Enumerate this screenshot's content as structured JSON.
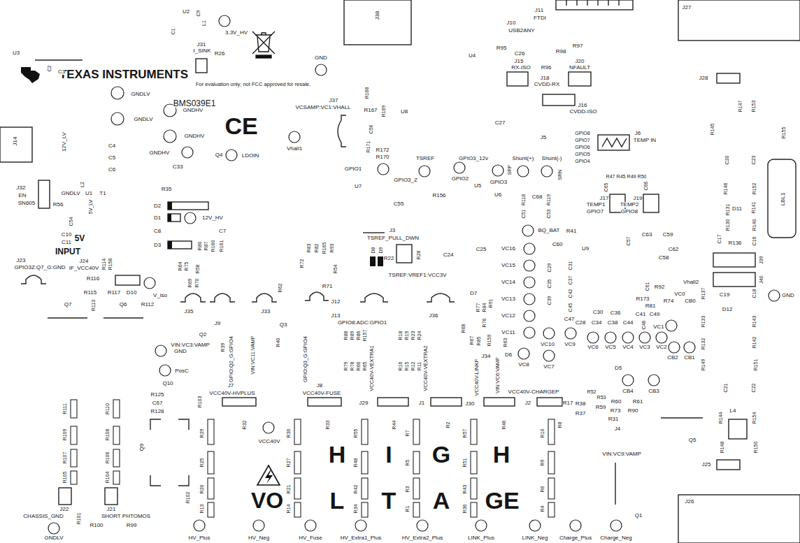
{
  "diagram": {
    "labels": [
      "C1",
      "U2",
      "C9",
      "L1",
      "3.3V_HV",
      "J31",
      "I_SINK",
      "R26",
      "J38",
      "GND",
      "TEXAS INSTRUMENTS",
      "For evaluation only; not FCC approved for resale.",
      "BMS039E1",
      "CE",
      "U3",
      "C2",
      "C3",
      "GNDLV",
      "GNDLV",
      "J14",
      "12V_LV",
      "C4",
      "C5",
      "C6",
      "L2",
      "GNDLV",
      "U1",
      "T1",
      "5V_LV",
      "J32",
      "EN",
      "SN605",
      "R56",
      "C54",
      "C10",
      "C11",
      "5V",
      "INPUT",
      "GNDHV",
      "GNDHV",
      "GNDHV",
      "C33",
      "Q4",
      "LDOIN",
      "R35",
      "D2",
      "D1",
      "12V_HV",
      "C8",
      "C7",
      "D3",
      "J23",
      "GPIO3Z:Q7_G:GND",
      "J24",
      "IF_VCC40V",
      "R114",
      "R158",
      "R116",
      "R115",
      "R117",
      "D10",
      "V_iso",
      "Q7",
      "R113",
      "Q6",
      "R112",
      "R80",
      "R87",
      "R160",
      "R161",
      "R58",
      "R64",
      "R75",
      "R69",
      "R70",
      "J35",
      "J9",
      "Q2",
      "VIN:VC3:VAMP",
      "R39",
      "GPIO:Q2_G:GPIO4",
      "J33",
      "Q3",
      "VIN:VC11:VAMP",
      "R62",
      "R40",
      "GPIO:Q3_G:GPIO4",
      "GND",
      "PosC",
      "R83",
      "R82",
      "R165",
      "R93",
      "R72",
      "R71",
      "R54",
      "J12",
      "J37",
      "VCSAMP:VC1:VHALL",
      "R168",
      "R167",
      "R169",
      "U8",
      "C56",
      "R171",
      "R172",
      "R170",
      "Vhall1",
      "GPIO1",
      "GPIO3_Z",
      "TSREF",
      "GPIO3_12v",
      "GPIO2",
      "GPIO3",
      "SRP",
      "Shunt(+)",
      "Shunt(-)",
      "SRN",
      "U7",
      "U5",
      "R156",
      "C55",
      "U6",
      "C51",
      "R118",
      "C68",
      "C53",
      "R119",
      "J3",
      "TSREF_PULL_DWN",
      "D8",
      "D9",
      "R22",
      "R28",
      "C24",
      "C25",
      "TSREF:VREF1:VCC3V",
      "BQ_BAT",
      "R41",
      "C60",
      "U9",
      "VC16",
      "VC15",
      "VC14",
      "VC13",
      "VC12",
      "VC11",
      "C29",
      "C31",
      "C35",
      "C37",
      "C39",
      "C42",
      "C45",
      "VC10",
      "VC9",
      "VC8",
      "VC7",
      "D7",
      "R77",
      "R84",
      "R91",
      "R76",
      "R68",
      "R67",
      "R85",
      "R159",
      "R63",
      "J34",
      "D6",
      "J13",
      "GPIO8:ADC:GPIO1",
      "J36",
      "R88",
      "R89",
      "R86",
      "R157",
      "VCC40V-VEXTRA1",
      "R79",
      "R78",
      "R66",
      "R65",
      "R18",
      "R19",
      "R23",
      "R24",
      "VCC40V-VEXTRA2",
      "R16",
      "R15",
      "R12",
      "R11",
      "J29",
      "J1",
      "J30",
      "VCC40V-LINKP",
      "VIN:VC6:VAMP",
      "VCC40V-CHARGEP",
      "J2",
      "R17",
      "J7",
      "VCC40V-HVPLUS",
      "J8",
      "VCC40V-FUSE",
      "R29",
      "R32",
      "R25",
      "R20",
      "R13",
      "R30",
      "R33",
      "R27",
      "R21",
      "R14",
      "VCC40V",
      "R55",
      "R44",
      "R48",
      "R42",
      "R34",
      "R7",
      "R2",
      "R5",
      "R3",
      "R1",
      "R57",
      "R46",
      "R51",
      "R43",
      "R36",
      "R10",
      "R8",
      "R9",
      "R6",
      "R4",
      "H",
      "I",
      "G",
      "H",
      "VO",
      "L",
      "T",
      "A",
      "GE",
      "GNDLV",
      "R101",
      "R100",
      "R99",
      "HV_Plus",
      "HV_Neg",
      "HV_Fuse",
      "HV_Extra1_Plus",
      "HV_Extra2_Plus",
      "LINK_Plus",
      "LINK_Neg",
      "Charge_Plus",
      "Charge_Neg",
      "R111",
      "R109",
      "R107",
      "R105",
      "J22",
      "CHASSIS_GND",
      "R110",
      "R108",
      "R106",
      "R104",
      "J21",
      "SHORT PHTOMOS",
      "R125",
      "C67",
      "R128",
      "Q10",
      "R103",
      "Q9",
      "R102",
      "J11",
      "FTDI",
      "J10",
      "USB2ANY",
      "J27",
      "U4",
      "R95",
      "C26",
      "R98",
      "R97",
      "J15",
      "RX-ISO",
      "R96",
      "J20",
      "NFAULT",
      "J18",
      "CVDD-RX",
      "J16",
      "CVDD-ISO",
      "C27",
      "J28",
      "R147",
      "R153",
      "R145",
      "R155",
      "J5",
      "GPIO8",
      "GPIO7",
      "GPIO6",
      "GPIO5",
      "GPIO4",
      "J6",
      "TEMP IN",
      "LBL1",
      "C20",
      "C23",
      "R146",
      "R152",
      "R131",
      "D11",
      "R141",
      "R130",
      "R140",
      "C17",
      "R136",
      "C16",
      "J39",
      "J40",
      "GND",
      "R47",
      "R45",
      "R49",
      "R50",
      "C65",
      "C66",
      "J17",
      "TEMP1",
      "GPIO7",
      "J19",
      "TEMP2",
      "GPIO8",
      "C57",
      "C63",
      "C59",
      "C62",
      "C58",
      "C61",
      "R92",
      "Vhall2",
      "R173",
      "R74",
      "VC0",
      "CB0",
      "R137",
      "C19",
      "C18",
      "R81",
      "C41",
      "C49",
      "C47",
      "C30",
      "C36",
      "C28",
      "C34",
      "C38",
      "C44",
      "C46",
      "VC1",
      "R133",
      "D12",
      "R143",
      "R132",
      "R142",
      "VC6",
      "VC5",
      "VC4",
      "VC3",
      "VC2",
      "CB2",
      "CB1",
      "R149",
      "R151",
      "D5",
      "R52",
      "R53",
      "CB4",
      "CB3",
      "R60",
      "R61",
      "R38",
      "R37",
      "R59",
      "R73",
      "R90",
      "R31",
      "J4",
      "VIN:VC9:VAMP",
      "C21",
      "C22",
      "R144",
      "L4",
      "R154",
      "Q5",
      "R148",
      "R150",
      "J25",
      "Q1",
      "J26"
    ]
  }
}
